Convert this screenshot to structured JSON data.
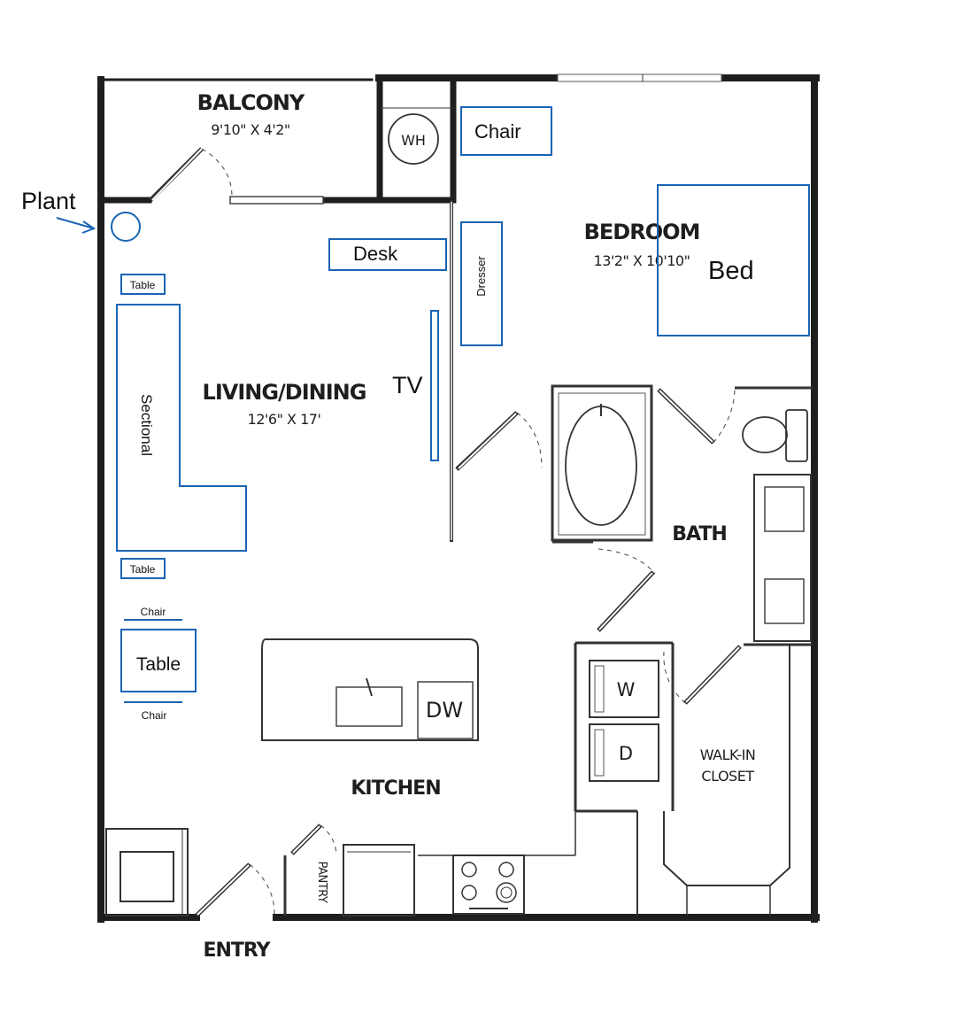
{
  "rooms": {
    "balcony": {
      "label": "BALCONY",
      "dims": "9'10\" X 4'2\""
    },
    "bedroom": {
      "label": "BEDROOM",
      "dims": "13'2\" X 10'10\""
    },
    "living": {
      "label": "LIVING/DINING",
      "dims": "12'6\" X 17'"
    },
    "bath": {
      "label": "BATH"
    },
    "kitchen": {
      "label": "KITCHEN"
    },
    "closet": {
      "label_line1": "WALK-IN",
      "label_line2": "CLOSET"
    },
    "pantry": {
      "label": "PANTRY"
    },
    "entry": {
      "label": "ENTRY"
    }
  },
  "fixtures": {
    "water_heater": "WH",
    "dishwasher": "DW",
    "washer": "W",
    "dryer": "D"
  },
  "furniture": {
    "plant": "Plant",
    "chair_bedroom": "Chair",
    "desk": "Desk",
    "dresser": "Dresser",
    "bed": "Bed",
    "tv": "TV",
    "sectional": "Sectional",
    "table_top": "Table",
    "table_bottom": "Table",
    "chair_top": "Chair",
    "dining_table": "Table",
    "chair_bottom": "Chair"
  },
  "colors": {
    "wall": "#1e1e1e",
    "annotation": "#1a64b4"
  }
}
